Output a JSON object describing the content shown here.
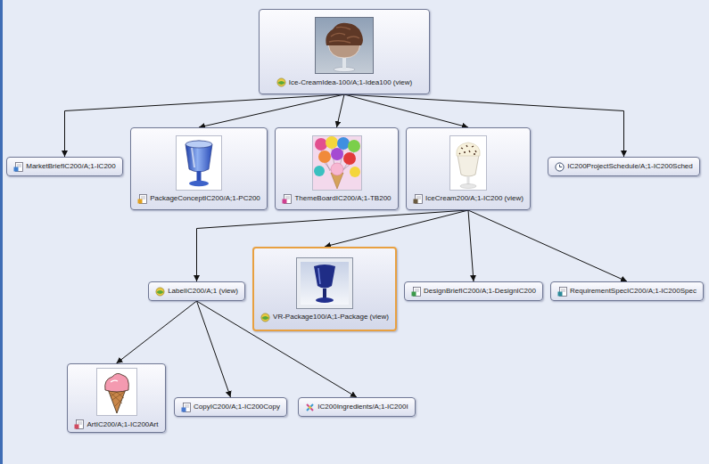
{
  "diagram": {
    "nodes": [
      {
        "text": [
          "Ice-CreamIdea-100/A;1-Idea100 (view)"
        ]
      },
      {
        "text": [
          "MarketBriefIC200/A;1-IC200"
        ]
      },
      {
        "text": [
          "PackageConceptIC200/A;1-PC200"
        ]
      },
      {
        "text": [
          "ThemeBoardIC200/A;1-TB200"
        ]
      },
      {
        "text": [
          "IceCream200/A;1-IC200 (view)"
        ]
      },
      {
        "text": [
          "IC200ProjectSchedule/A;1-IC200Sched"
        ]
      },
      {
        "text": [
          "LabelIC200/A;1 (view)"
        ]
      },
      {
        "text": [
          "VR-Package100/A;1-Package (view)"
        ]
      },
      {
        "text": [
          "DesignBriefIC200/A;1-DesignIC200"
        ]
      },
      {
        "text": [
          "RequirementSpecIC200/A;1-IC200Spec"
        ]
      },
      {
        "text": [
          "ArtIC200/A;1-IC200Art"
        ]
      },
      {
        "text": [
          "CopyIC200/A;1-IC200Copy"
        ]
      },
      {
        "text": [
          "IC200Ingredients/A;1-IC200I"
        ]
      }
    ],
    "edges": [
      {
        "from": 0,
        "to": 1,
        "arrow": "to"
      },
      {
        "from": 0,
        "to": 2,
        "arrow": "to"
      },
      {
        "from": 0,
        "to": 3,
        "arrow": "to"
      },
      {
        "from": 0,
        "to": 4,
        "arrow": "to"
      },
      {
        "from": 0,
        "to": 5,
        "arrow": "to"
      },
      {
        "from": 4,
        "to": 6,
        "arrow": "to"
      },
      {
        "from": 4,
        "to": 7,
        "arrow": "to"
      },
      {
        "from": 4,
        "to": 8,
        "arrow": "to"
      },
      {
        "from": 4,
        "to": 9,
        "arrow": "to"
      },
      {
        "from": 6,
        "to": 10,
        "arrow": "to"
      },
      {
        "from": 6,
        "to": 11,
        "arrow": "to"
      },
      {
        "from": 6,
        "to": 12,
        "arrow": "to"
      }
    ]
  }
}
